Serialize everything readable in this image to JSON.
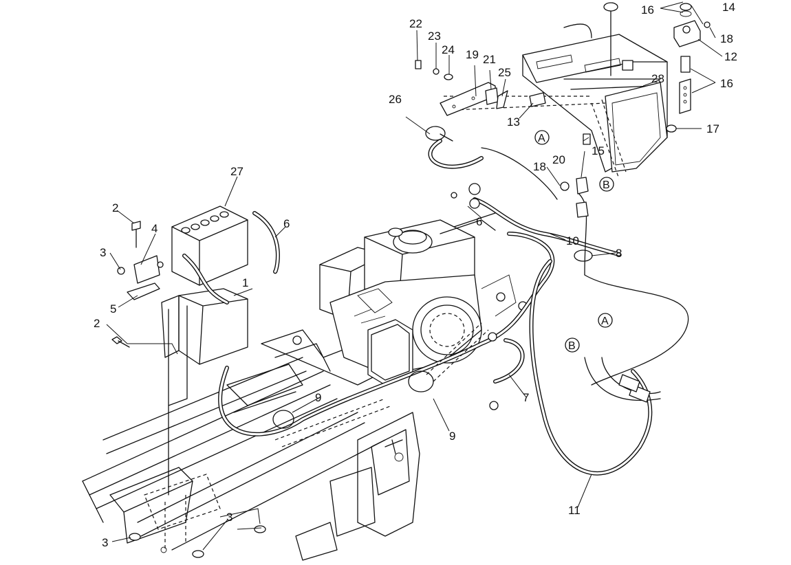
{
  "diagram": {
    "labels": [
      {
        "id": "l1",
        "text": "1"
      },
      {
        "id": "l2a",
        "text": "2"
      },
      {
        "id": "l2b",
        "text": "2"
      },
      {
        "id": "l3a",
        "text": "3"
      },
      {
        "id": "l3b",
        "text": "3"
      },
      {
        "id": "l3c",
        "text": "3"
      },
      {
        "id": "l4",
        "text": "4"
      },
      {
        "id": "l5",
        "text": "5"
      },
      {
        "id": "l6a",
        "text": "6"
      },
      {
        "id": "l6b",
        "text": "6"
      },
      {
        "id": "l7",
        "text": "7"
      },
      {
        "id": "l8",
        "text": "8"
      },
      {
        "id": "l9a",
        "text": "9"
      },
      {
        "id": "l9b",
        "text": "9"
      },
      {
        "id": "l10",
        "text": "10"
      },
      {
        "id": "l11",
        "text": "11"
      },
      {
        "id": "l12",
        "text": "12"
      },
      {
        "id": "l13",
        "text": "13"
      },
      {
        "id": "l14",
        "text": "14"
      },
      {
        "id": "l15",
        "text": "15"
      },
      {
        "id": "l16a",
        "text": "16"
      },
      {
        "id": "l16b",
        "text": "16"
      },
      {
        "id": "l17",
        "text": "17"
      },
      {
        "id": "l18a",
        "text": "18"
      },
      {
        "id": "l18b",
        "text": "18"
      },
      {
        "id": "l19",
        "text": "19"
      },
      {
        "id": "l20",
        "text": "20"
      },
      {
        "id": "l21",
        "text": "21"
      },
      {
        "id": "l22",
        "text": "22"
      },
      {
        "id": "l23",
        "text": "23"
      },
      {
        "id": "l24",
        "text": "24"
      },
      {
        "id": "l25",
        "text": "25"
      },
      {
        "id": "l26",
        "text": "26"
      },
      {
        "id": "l27",
        "text": "27"
      },
      {
        "id": "l28",
        "text": "28"
      }
    ],
    "connectors": [
      {
        "id": "cA1",
        "text": "A"
      },
      {
        "id": "cB1",
        "text": "B"
      },
      {
        "id": "cA2",
        "text": "A"
      },
      {
        "id": "cB2",
        "text": "B"
      }
    ]
  }
}
